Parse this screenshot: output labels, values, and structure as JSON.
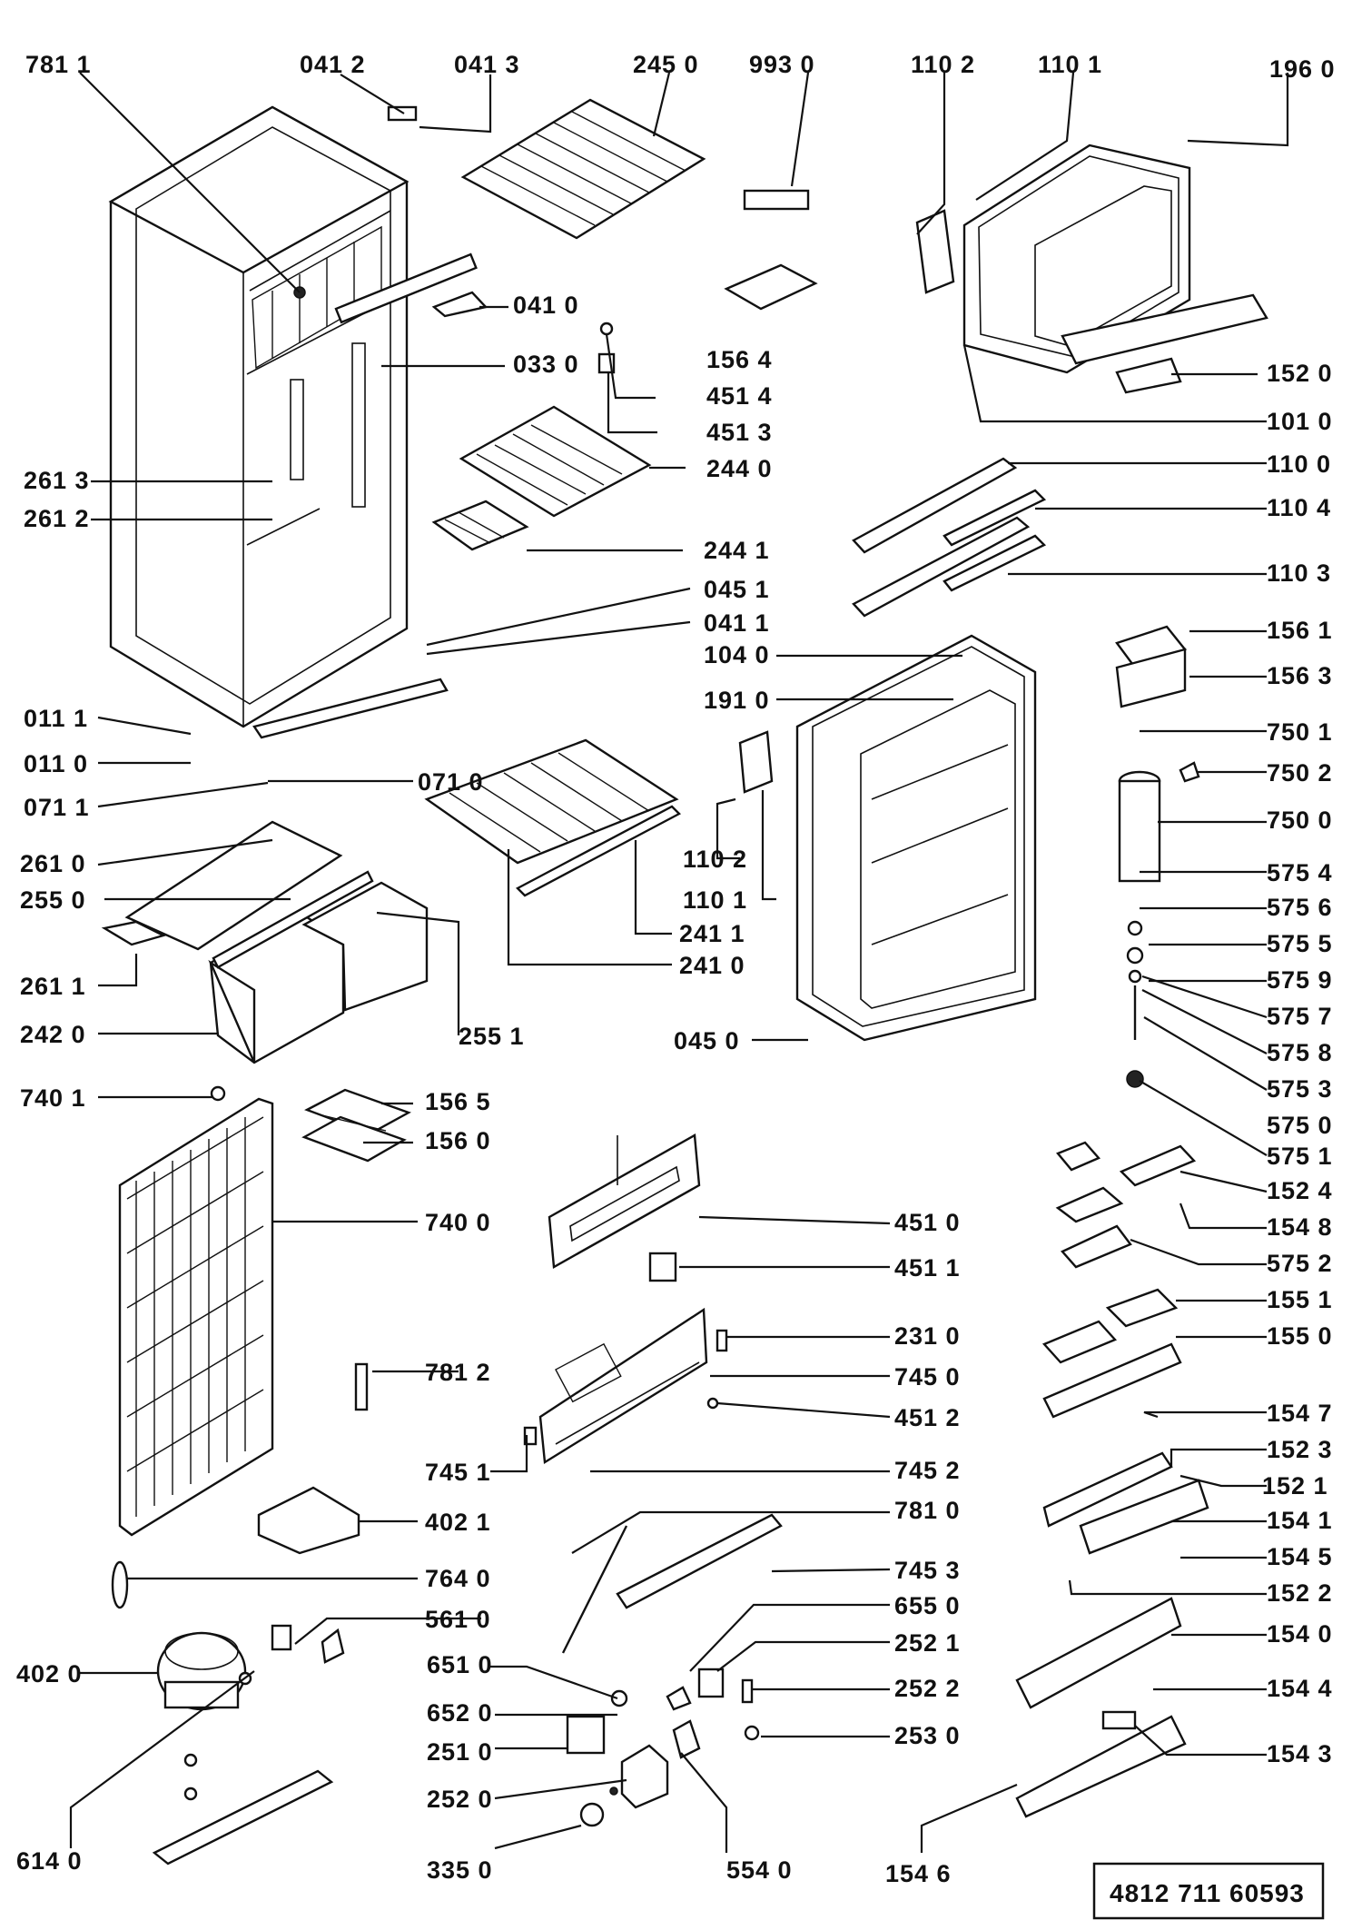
{
  "document_id": "4812 711 60593",
  "labels": [
    {
      "id": "l7811",
      "text": "781 1"
    },
    {
      "id": "l0412",
      "text": "041 2"
    },
    {
      "id": "l0413",
      "text": "041 3"
    },
    {
      "id": "l2450",
      "text": "245 0"
    },
    {
      "id": "l9930",
      "text": "993 0"
    },
    {
      "id": "l1102a",
      "text": "110 2"
    },
    {
      "id": "l1101a",
      "text": "110 1"
    },
    {
      "id": "l1960",
      "text": "196 0"
    },
    {
      "id": "l0410",
      "text": "041 0"
    },
    {
      "id": "l1564",
      "text": "156 4"
    },
    {
      "id": "l0330",
      "text": "033 0"
    },
    {
      "id": "l4514",
      "text": "451 4"
    },
    {
      "id": "l1520",
      "text": "152 0"
    },
    {
      "id": "l4513",
      "text": "451 3"
    },
    {
      "id": "l1010",
      "text": "101 0"
    },
    {
      "id": "l2613",
      "text": "261 3"
    },
    {
      "id": "l2440",
      "text": "244 0"
    },
    {
      "id": "l1100",
      "text": "110 0"
    },
    {
      "id": "l2612",
      "text": "261 2"
    },
    {
      "id": "l1104",
      "text": "110 4"
    },
    {
      "id": "l2441",
      "text": "244 1"
    },
    {
      "id": "l1103",
      "text": "110 3"
    },
    {
      "id": "l0451",
      "text": "045 1"
    },
    {
      "id": "l0411",
      "text": "041 1"
    },
    {
      "id": "l1561",
      "text": "156 1"
    },
    {
      "id": "l1040",
      "text": "104 0"
    },
    {
      "id": "l1563",
      "text": "156 3"
    },
    {
      "id": "l1910",
      "text": "191 0"
    },
    {
      "id": "l0111",
      "text": "011 1"
    },
    {
      "id": "l7501",
      "text": "750 1"
    },
    {
      "id": "l0110",
      "text": "011 0"
    },
    {
      "id": "l7502",
      "text": "750 2"
    },
    {
      "id": "l0710",
      "text": "071 0"
    },
    {
      "id": "l0711",
      "text": "071 1"
    },
    {
      "id": "l7500",
      "text": "750 0"
    },
    {
      "id": "l1102b",
      "text": "110 2"
    },
    {
      "id": "l2610",
      "text": "261 0"
    },
    {
      "id": "l5754",
      "text": "575 4"
    },
    {
      "id": "l1101b",
      "text": "110 1"
    },
    {
      "id": "l2550",
      "text": "255 0"
    },
    {
      "id": "l5756",
      "text": "575 6"
    },
    {
      "id": "l2411",
      "text": "241 1"
    },
    {
      "id": "l5755",
      "text": "575 5"
    },
    {
      "id": "l2611",
      "text": "261 1"
    },
    {
      "id": "l2410",
      "text": "241 0"
    },
    {
      "id": "l5759",
      "text": "575 9"
    },
    {
      "id": "l5757",
      "text": "575 7"
    },
    {
      "id": "l2420",
      "text": "242 0"
    },
    {
      "id": "l2551",
      "text": "255 1"
    },
    {
      "id": "l0450",
      "text": "045 0"
    },
    {
      "id": "l5758",
      "text": "575 8"
    },
    {
      "id": "l5753",
      "text": "575 3"
    },
    {
      "id": "l7401",
      "text": "740 1"
    },
    {
      "id": "l1565",
      "text": "156 5"
    },
    {
      "id": "l5750",
      "text": "575 0"
    },
    {
      "id": "l1560",
      "text": "156 0"
    },
    {
      "id": "l5751",
      "text": "575 1"
    },
    {
      "id": "l1524",
      "text": "152 4"
    },
    {
      "id": "l7400",
      "text": "740 0"
    },
    {
      "id": "l4510",
      "text": "451 0"
    },
    {
      "id": "l1548",
      "text": "154 8"
    },
    {
      "id": "l5752",
      "text": "575 2"
    },
    {
      "id": "l4511",
      "text": "451 1"
    },
    {
      "id": "l1551",
      "text": "155 1"
    },
    {
      "id": "l2310",
      "text": "231 0"
    },
    {
      "id": "l1550",
      "text": "155 0"
    },
    {
      "id": "l7812",
      "text": "781 2"
    },
    {
      "id": "l7450",
      "text": "745 0"
    },
    {
      "id": "l4512",
      "text": "451 2"
    },
    {
      "id": "l1547",
      "text": "154 7"
    },
    {
      "id": "l1523",
      "text": "152 3"
    },
    {
      "id": "l7451",
      "text": "745 1"
    },
    {
      "id": "l7452",
      "text": "745 2"
    },
    {
      "id": "l1521",
      "text": "152 1"
    },
    {
      "id": "l4021",
      "text": "402 1"
    },
    {
      "id": "l7810",
      "text": "781 0"
    },
    {
      "id": "l1541",
      "text": "154 1"
    },
    {
      "id": "l1545",
      "text": "154 5"
    },
    {
      "id": "l7640",
      "text": "764 0"
    },
    {
      "id": "l7453",
      "text": "745 3"
    },
    {
      "id": "l1522",
      "text": "152 2"
    },
    {
      "id": "l5610",
      "text": "561 0"
    },
    {
      "id": "l6550",
      "text": "655 0"
    },
    {
      "id": "l1540",
      "text": "154 0"
    },
    {
      "id": "l2521",
      "text": "252 1"
    },
    {
      "id": "l6510",
      "text": "651 0"
    },
    {
      "id": "l4020",
      "text": "402 0"
    },
    {
      "id": "l2522",
      "text": "252 2"
    },
    {
      "id": "l1544",
      "text": "154 4"
    },
    {
      "id": "l6520",
      "text": "652 0"
    },
    {
      "id": "l2530",
      "text": "253 0"
    },
    {
      "id": "l2510",
      "text": "251 0"
    },
    {
      "id": "l1543",
      "text": "154 3"
    },
    {
      "id": "l2520",
      "text": "252 0"
    },
    {
      "id": "l6140",
      "text": "614 0"
    },
    {
      "id": "l3350",
      "text": "335 0"
    },
    {
      "id": "l5540",
      "text": "554 0"
    },
    {
      "id": "l1546",
      "text": "154 6"
    }
  ]
}
